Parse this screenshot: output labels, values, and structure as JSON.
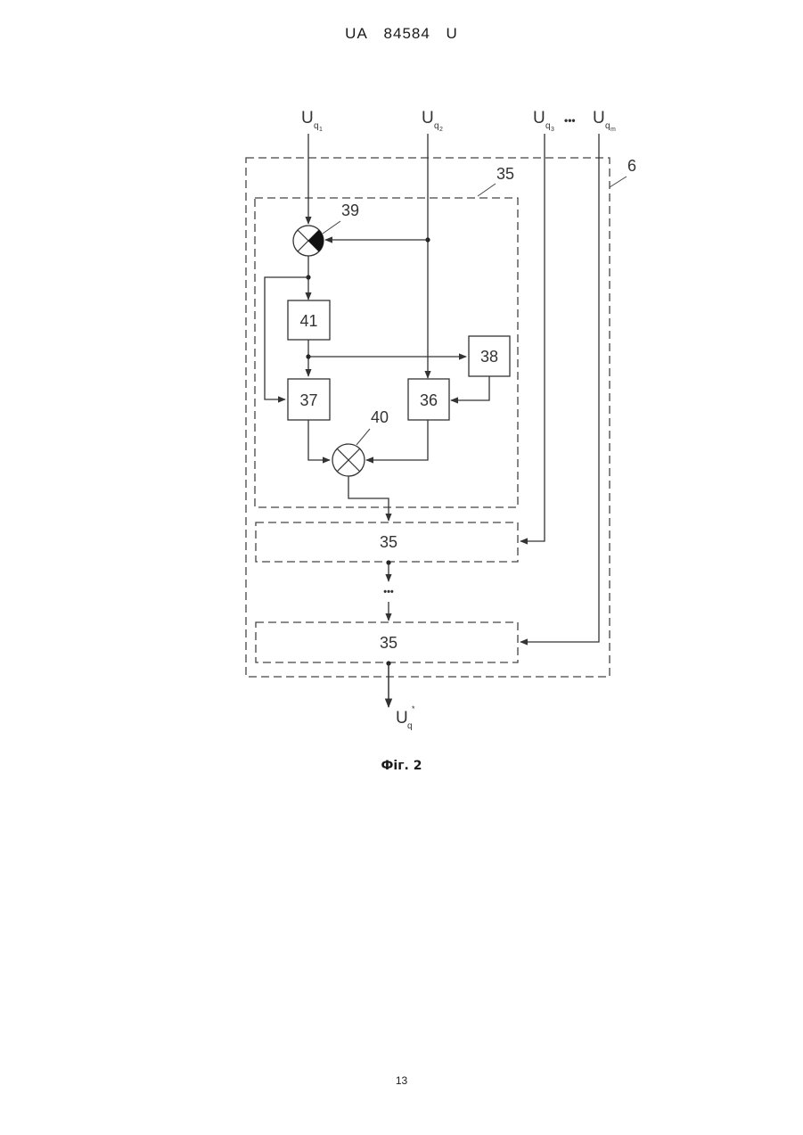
{
  "header": {
    "prefix": "UA",
    "number": "84584",
    "suffix": "U"
  },
  "inputs": {
    "u1": {
      "main": "U",
      "sub": "q",
      "subsub": "1"
    },
    "u2": {
      "main": "U",
      "sub": "q",
      "subsub": "2"
    },
    "u3": {
      "main": "U",
      "sub": "q",
      "subsub": "3"
    },
    "um": {
      "main": "U",
      "sub": "q",
      "subsub": "m"
    },
    "ellipsis": "•••"
  },
  "labels": {
    "outer_block": "6",
    "block35_inner": "35",
    "adder39": "39",
    "adder40": "40",
    "b41": "41",
    "b38": "38",
    "b37": "37",
    "b36": "36",
    "block35_second": "35",
    "block35_last": "35",
    "between_ellipsis": "•••"
  },
  "output": {
    "main": "U",
    "sub": "q",
    "sup": "*"
  },
  "caption": "Фіг. 2",
  "page_number": "13"
}
